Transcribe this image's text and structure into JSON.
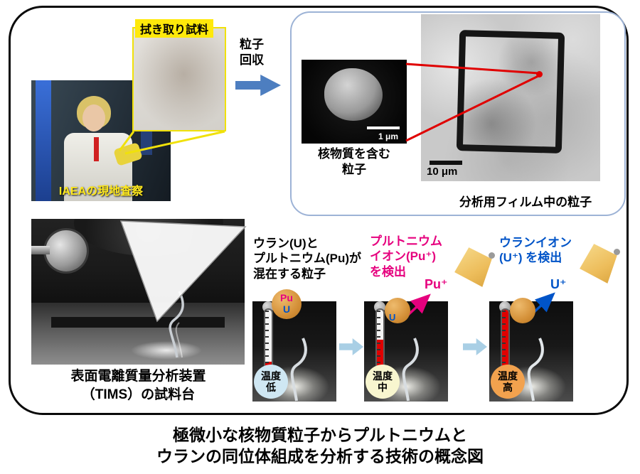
{
  "colors": {
    "accent_magenta": "#e6007e",
    "accent_blue": "#0054c8",
    "recovery_arrow_blue": "#4d7ec0",
    "stage_arrow_blue": "#a9cfe5",
    "lamp_gold": "#edbd5b",
    "callout_yellow": "#f0e10a",
    "pointer_red": "#e00000",
    "temp_low_bg": "#cfe7f3",
    "temp_mid_bg": "#f8f6cf",
    "temp_high_bg": "#f2a24e"
  },
  "top": {
    "wipe_sample_label": "拭き取り試料",
    "iaea_label": "IAEAの現地査察",
    "recovery_label": "粒子\n回収"
  },
  "panel": {
    "sem_scale": "1 μm",
    "sem_caption": "核物質を含む\n粒子",
    "film_scale": "10 μm",
    "film_caption": "分析用フィルム中の粒子"
  },
  "tims": {
    "caption": "表面電離質量分析装置\n（TIMS）の試料台"
  },
  "stages": {
    "s1": {
      "title": "ウラン(U)と\nプルトニウム(Pu)が\n混在する粒子",
      "pu_label": "Pu",
      "u_label": "U",
      "temp": "温度\n低"
    },
    "s2": {
      "title": "プルトニウム\nイオン(Pu⁺)\nを検出",
      "u_label": "U",
      "ion_label": "Pu⁺",
      "temp": "温度\n中"
    },
    "s3": {
      "title": "ウランイオン\n(U⁺) を検出",
      "ion_label": "U⁺",
      "temp": "温度\n高"
    }
  },
  "caption": "極微小な核物質粒子からプルトニウムと\nウランの同位体組成を分析する技術の概念図"
}
